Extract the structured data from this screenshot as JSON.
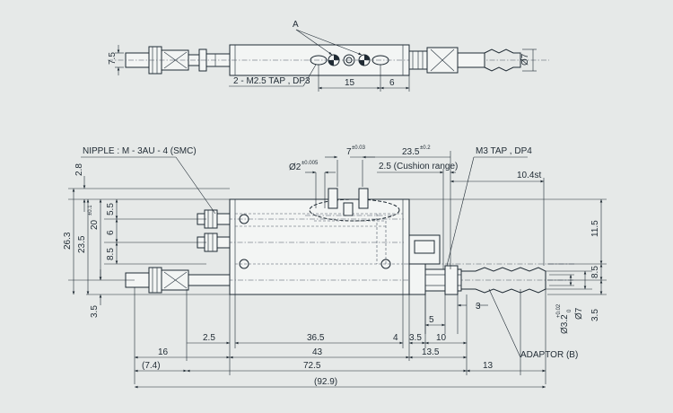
{
  "top_view": {
    "callout": "A",
    "tap_note": "2 - M2.5 TAP , DP3",
    "dim_15": "15",
    "dim_6": "6",
    "dim_7_5": "7.5",
    "dim_dia7": "Ø7"
  },
  "side_view": {
    "nipple_note": "NIPPLE : M - 3AU - 4 (SMC)",
    "m3_note": "M3 TAP , DP4",
    "dim_7": "7",
    "tol_7": "±0.03",
    "dim_23_5": "23.5",
    "tol_23_5": "±0.2",
    "dia2": "Ø2",
    "tol_dia2": "±0.005",
    "cushion": "2.5 (Cushion range)",
    "stroke": "10.4st",
    "dim_2_8": "2.8",
    "dim_5_5": "5.5",
    "dim_6": "6",
    "dim_8_5": "8.5",
    "dim_20": "20",
    "tol_20": "±0.1",
    "dim_23_5v": "23.5",
    "dim_26_3": "26.3",
    "dim_3_5_left": "3.5",
    "dim_11_5": "11.5",
    "dim_8_5_right": "8.5",
    "dim_3_5_right": "3.5",
    "dim_dia7": "Ø7",
    "dia3_2": "Ø3.2",
    "tol_dia3_2_up": "+0.02",
    "tol_dia3_2_dn": "0",
    "dim_3": "3",
    "dim_5": "5",
    "adaptor": "ADAPTOR (B)"
  },
  "bottom_dims": {
    "d2_5": "2.5",
    "d36_5": "36.5",
    "d4": "4",
    "d3_5": "3.5",
    "d10": "10",
    "d16": "16",
    "d43": "43",
    "d13_5": "13.5",
    "d7_4": "(7.4)",
    "d72_5": "72.5",
    "d13": "13",
    "d92_9": "(92.9)"
  }
}
